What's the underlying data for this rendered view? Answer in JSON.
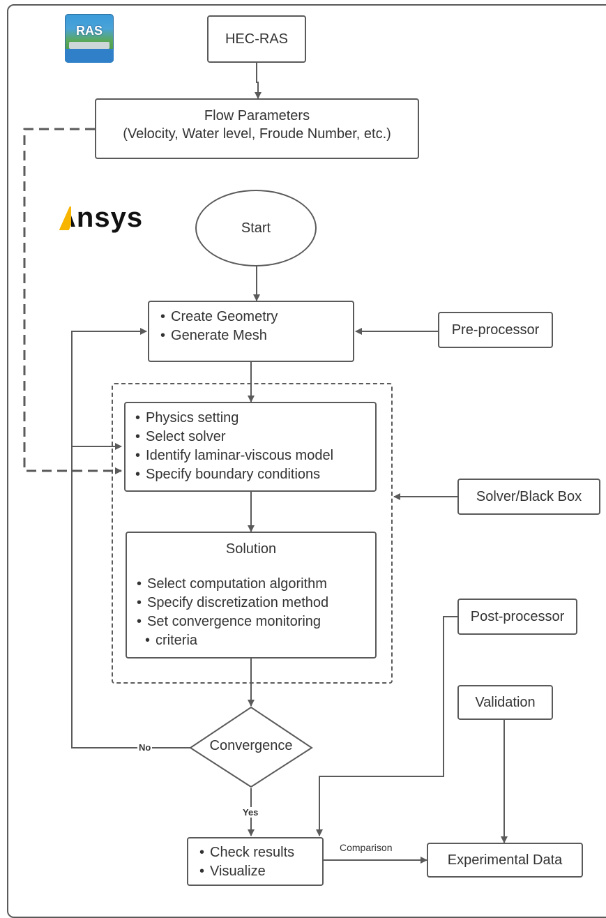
{
  "logos": {
    "ras": {
      "text": "RAS"
    },
    "ansys": {
      "text": "Ansys",
      "accent": "#f7b500"
    }
  },
  "nodes": {
    "hecras": "HEC-RAS",
    "flow_params": {
      "line1": "Flow Parameters",
      "line2": "(Velocity, Water level, Froude Number, etc.)"
    },
    "start": "Start",
    "geometry": [
      "Create Geometry",
      "Generate Mesh"
    ],
    "preprocessor": "Pre-processor",
    "physics": [
      "Physics setting",
      "Select solver",
      "Identify laminar-viscous model",
      "Specify boundary conditions"
    ],
    "solver": "Solver/Black Box",
    "solution": {
      "title": "Solution",
      "items": [
        "Select computation algorithm",
        "Specify discretization method",
        "Set convergence monitoring",
        "criteria"
      ]
    },
    "postprocessor": "Post-processor",
    "validation": "Validation",
    "convergence": "Convergence",
    "check": [
      "Check results",
      "Visualize"
    ],
    "experimental": "Experimental Data"
  },
  "edge_labels": {
    "no": "No",
    "yes": "Yes",
    "comparison": "Comparison"
  },
  "colors": {
    "line": "#5a5a5a",
    "text": "#333333"
  }
}
